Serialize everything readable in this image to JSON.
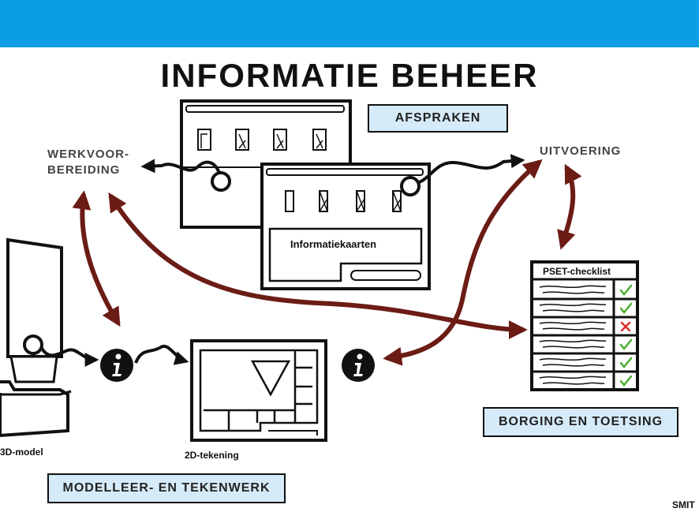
{
  "title": "INFORMATIE BEHEER",
  "labels": {
    "werkvoorbereiding_line1": "WERKVOOR-",
    "werkvoorbereiding_line2": "BEREIDING",
    "uitvoering": "UITVOERING",
    "afspraken": "AFSPRAKEN",
    "informatiekaarten": "Informatiekaarten",
    "pset_checklist": "PSET-checklist",
    "borging": "BORGING EN TOETSING",
    "model3d": "3D-model",
    "tekening2d": "2D-tekening",
    "modelleer": "MODELLEER- EN TEKENWERK",
    "footer": "SMIT"
  },
  "checklist": {
    "items": [
      "check",
      "check",
      "cross",
      "check",
      "check",
      "check"
    ]
  },
  "colors": {
    "header_blue": "#0a9ee4",
    "arrow_red": "#6b1c15",
    "tag_fill": "#d6ebf9",
    "check_green": "#4caf2f",
    "cross_red": "#d9302c"
  },
  "icons": {
    "info": "info-icon"
  }
}
